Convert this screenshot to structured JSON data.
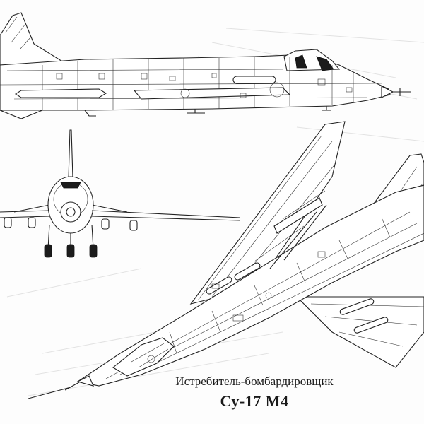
{
  "caption": {
    "subtitle": "Истребитель-бомбардировщик",
    "model": "Су-17 М4"
  },
  "views": {
    "side": "side-view",
    "front": "front-view",
    "top": "top-view"
  }
}
